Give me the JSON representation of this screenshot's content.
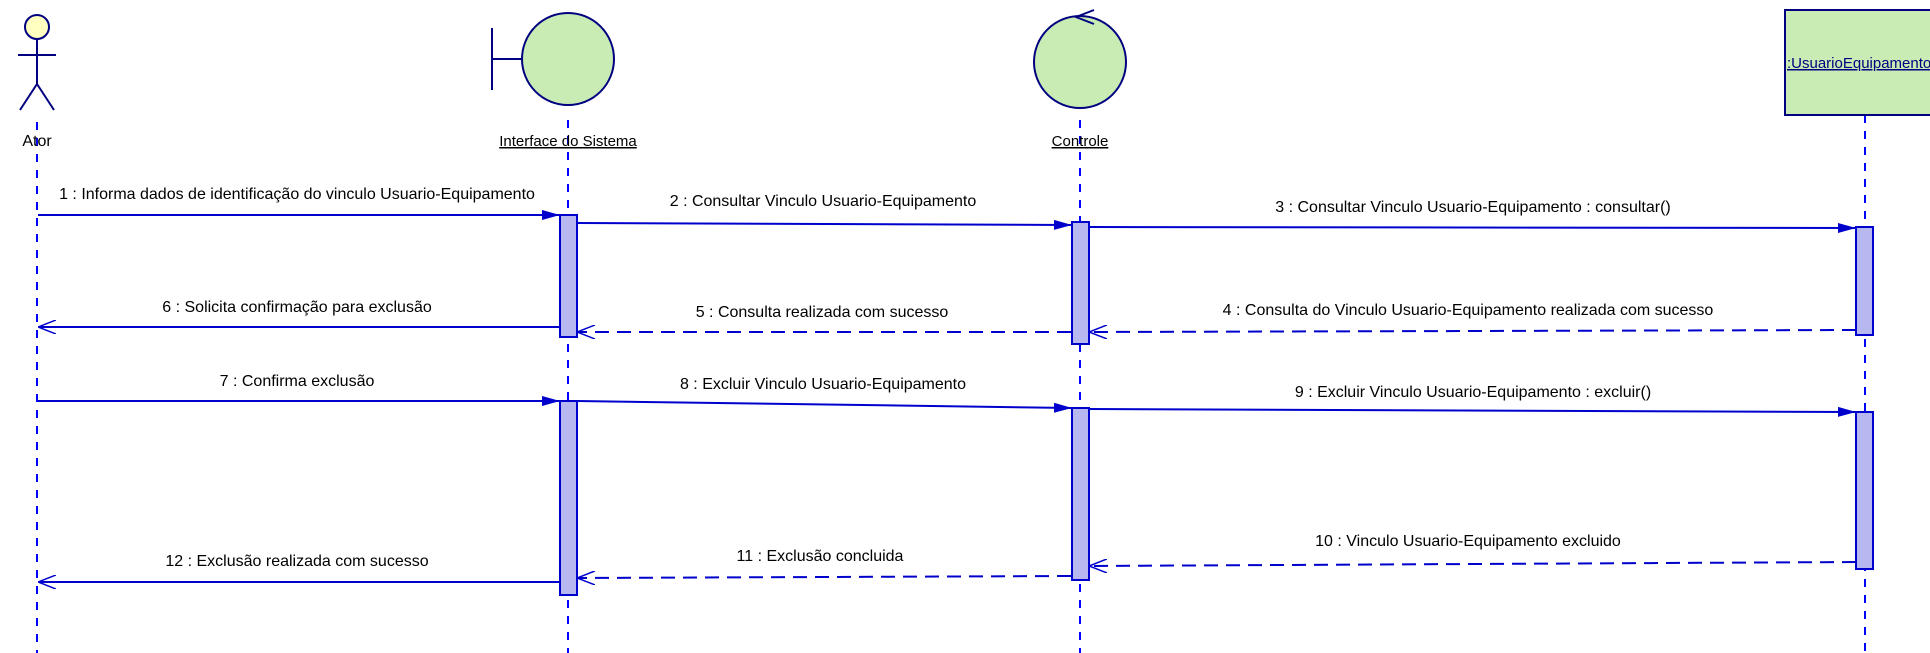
{
  "participants": [
    {
      "id": "ator",
      "kind": "actor",
      "label": "Ator"
    },
    {
      "id": "interface",
      "kind": "boundary",
      "label": "Interface do Sistema"
    },
    {
      "id": "controle",
      "kind": "control",
      "label": "Controle"
    },
    {
      "id": "usuarioequipamento",
      "kind": "entity",
      "label": ":UsuarioEquipamento"
    }
  ],
  "messages": [
    {
      "label": "1 : Informa dados de identificação do vinculo Usuario-Equipamento",
      "from": "ator",
      "to": "interface",
      "kind": "call"
    },
    {
      "label": "2 : Consultar Vinculo Usuario-Equipamento",
      "from": "interface",
      "to": "controle",
      "kind": "call"
    },
    {
      "label": "3 : Consultar Vinculo Usuario-Equipamento : consultar()",
      "from": "controle",
      "to": "usuarioequipamento",
      "kind": "call"
    },
    {
      "label": "4 : Consulta do Vinculo Usuario-Equipamento realizada com sucesso",
      "from": "usuarioequipamento",
      "to": "controle",
      "kind": "return"
    },
    {
      "label": "5 : Consulta realizada com sucesso",
      "from": "controle",
      "to": "interface",
      "kind": "return"
    },
    {
      "label": "6 : Solicita confirmação para exclusão",
      "from": "interface",
      "to": "ator",
      "kind": "reply"
    },
    {
      "label": "7 : Confirma exclusão",
      "from": "ator",
      "to": "interface",
      "kind": "call"
    },
    {
      "label": "8 : Excluir Vinculo Usuario-Equipamento",
      "from": "interface",
      "to": "controle",
      "kind": "call"
    },
    {
      "label": "9 : Excluir Vinculo Usuario-Equipamento : excluir()",
      "from": "controle",
      "to": "usuarioequipamento",
      "kind": "call"
    },
    {
      "label": "10 : Vinculo Usuario-Equipamento excluido",
      "from": "usuarioequipamento",
      "to": "controle",
      "kind": "return"
    },
    {
      "label": "11 : Exclusão concluida",
      "from": "controle",
      "to": "interface",
      "kind": "return"
    },
    {
      "label": "12 : Exclusão realizada com sucesso",
      "from": "interface",
      "to": "ator",
      "kind": "reply"
    }
  ],
  "colors": {
    "line": "#0000ff",
    "arrow_line": "#0000cc",
    "activation_fill": "#b8b8f0",
    "activation_border": "#0000cc",
    "shape_fill": "#c8ecb4",
    "entity_fill": "#c8ecb4",
    "actor_head": "#ffffc0",
    "dark_outline": "#000080"
  }
}
